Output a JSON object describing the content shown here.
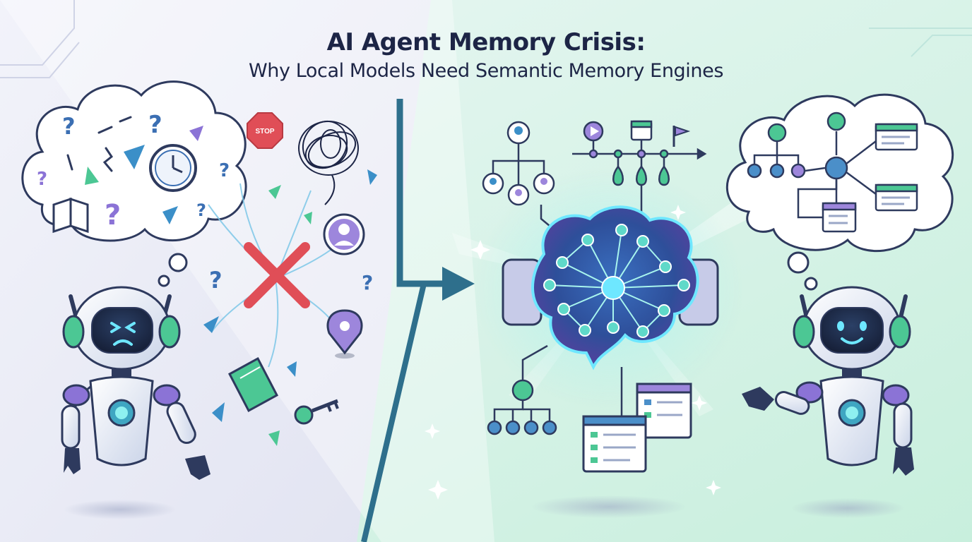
{
  "title": {
    "line1": "AI Agent Memory Crisis:",
    "line2": "Why Local Models Need Semantic Memory Engines"
  },
  "stop_sign": {
    "label": "STOP"
  },
  "colors": {
    "navy": "#1d2546",
    "teal": "#2e6f8c",
    "green": "#4cc794",
    "purple": "#8b73d6",
    "blue": "#4b8fc9",
    "red": "#e04e57",
    "left_bg": "#e8eaf5",
    "right_bg": "#d9f3ec"
  },
  "icons": {
    "left": [
      "thought-cloud-icon",
      "question-mark-icon",
      "clock-icon",
      "open-book-icon",
      "stop-sign-icon",
      "tangled-scribble-icon",
      "user-avatar-icon",
      "red-x-icon",
      "location-pin-icon",
      "green-book-icon",
      "key-icon",
      "confused-robot-icon"
    ],
    "right": [
      "org-chart-icon",
      "play-icon",
      "calendar-icon",
      "flag-icon",
      "timeline-icon",
      "neural-brain-icon",
      "network-graph-icon",
      "document-window-icon",
      "happy-robot-icon",
      "transition-arrow-icon"
    ]
  }
}
